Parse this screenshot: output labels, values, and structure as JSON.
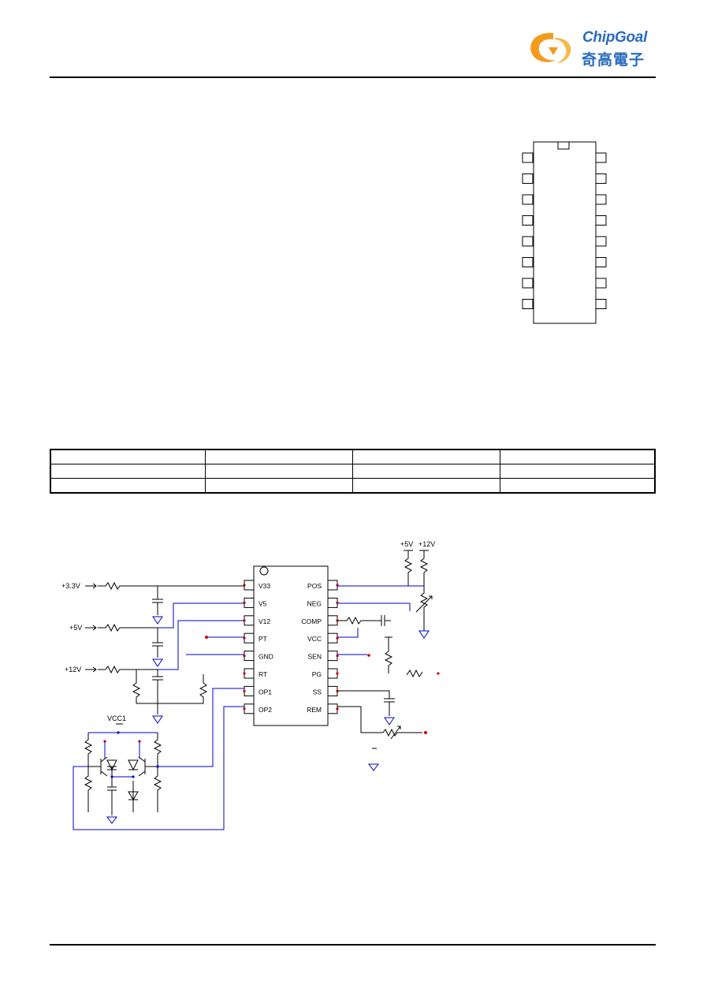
{
  "header": {
    "logo": {
      "name_en": "ChipGoal",
      "name_cn": "奇高電子",
      "brand_color": "#2a6bbf",
      "mark_color": "#f29b1d"
    }
  },
  "spec_table": {
    "rows": [
      [
        "",
        "",
        "",
        ""
      ],
      [
        "",
        "",
        "",
        ""
      ],
      [
        "",
        "",
        "",
        ""
      ]
    ]
  },
  "schematic": {
    "wire_color": "#0000cc",
    "pin_dot_color": "#cc0000",
    "inputs": [
      {
        "label": "+3.3V"
      },
      {
        "label": "+5V"
      },
      {
        "label": "+12V"
      }
    ],
    "ic_pins_left": [
      "V33",
      "V5",
      "V12",
      "PT",
      "GND",
      "RT",
      "OP1",
      "OP2"
    ],
    "ic_pins_right": [
      "POS",
      "NEG",
      "COMP",
      "VCC",
      "SEN",
      "PG",
      "SS",
      "REM"
    ],
    "rails": {
      "plus5": "+5V",
      "plus12": "+12V",
      "vcc1": "VCC1"
    }
  }
}
